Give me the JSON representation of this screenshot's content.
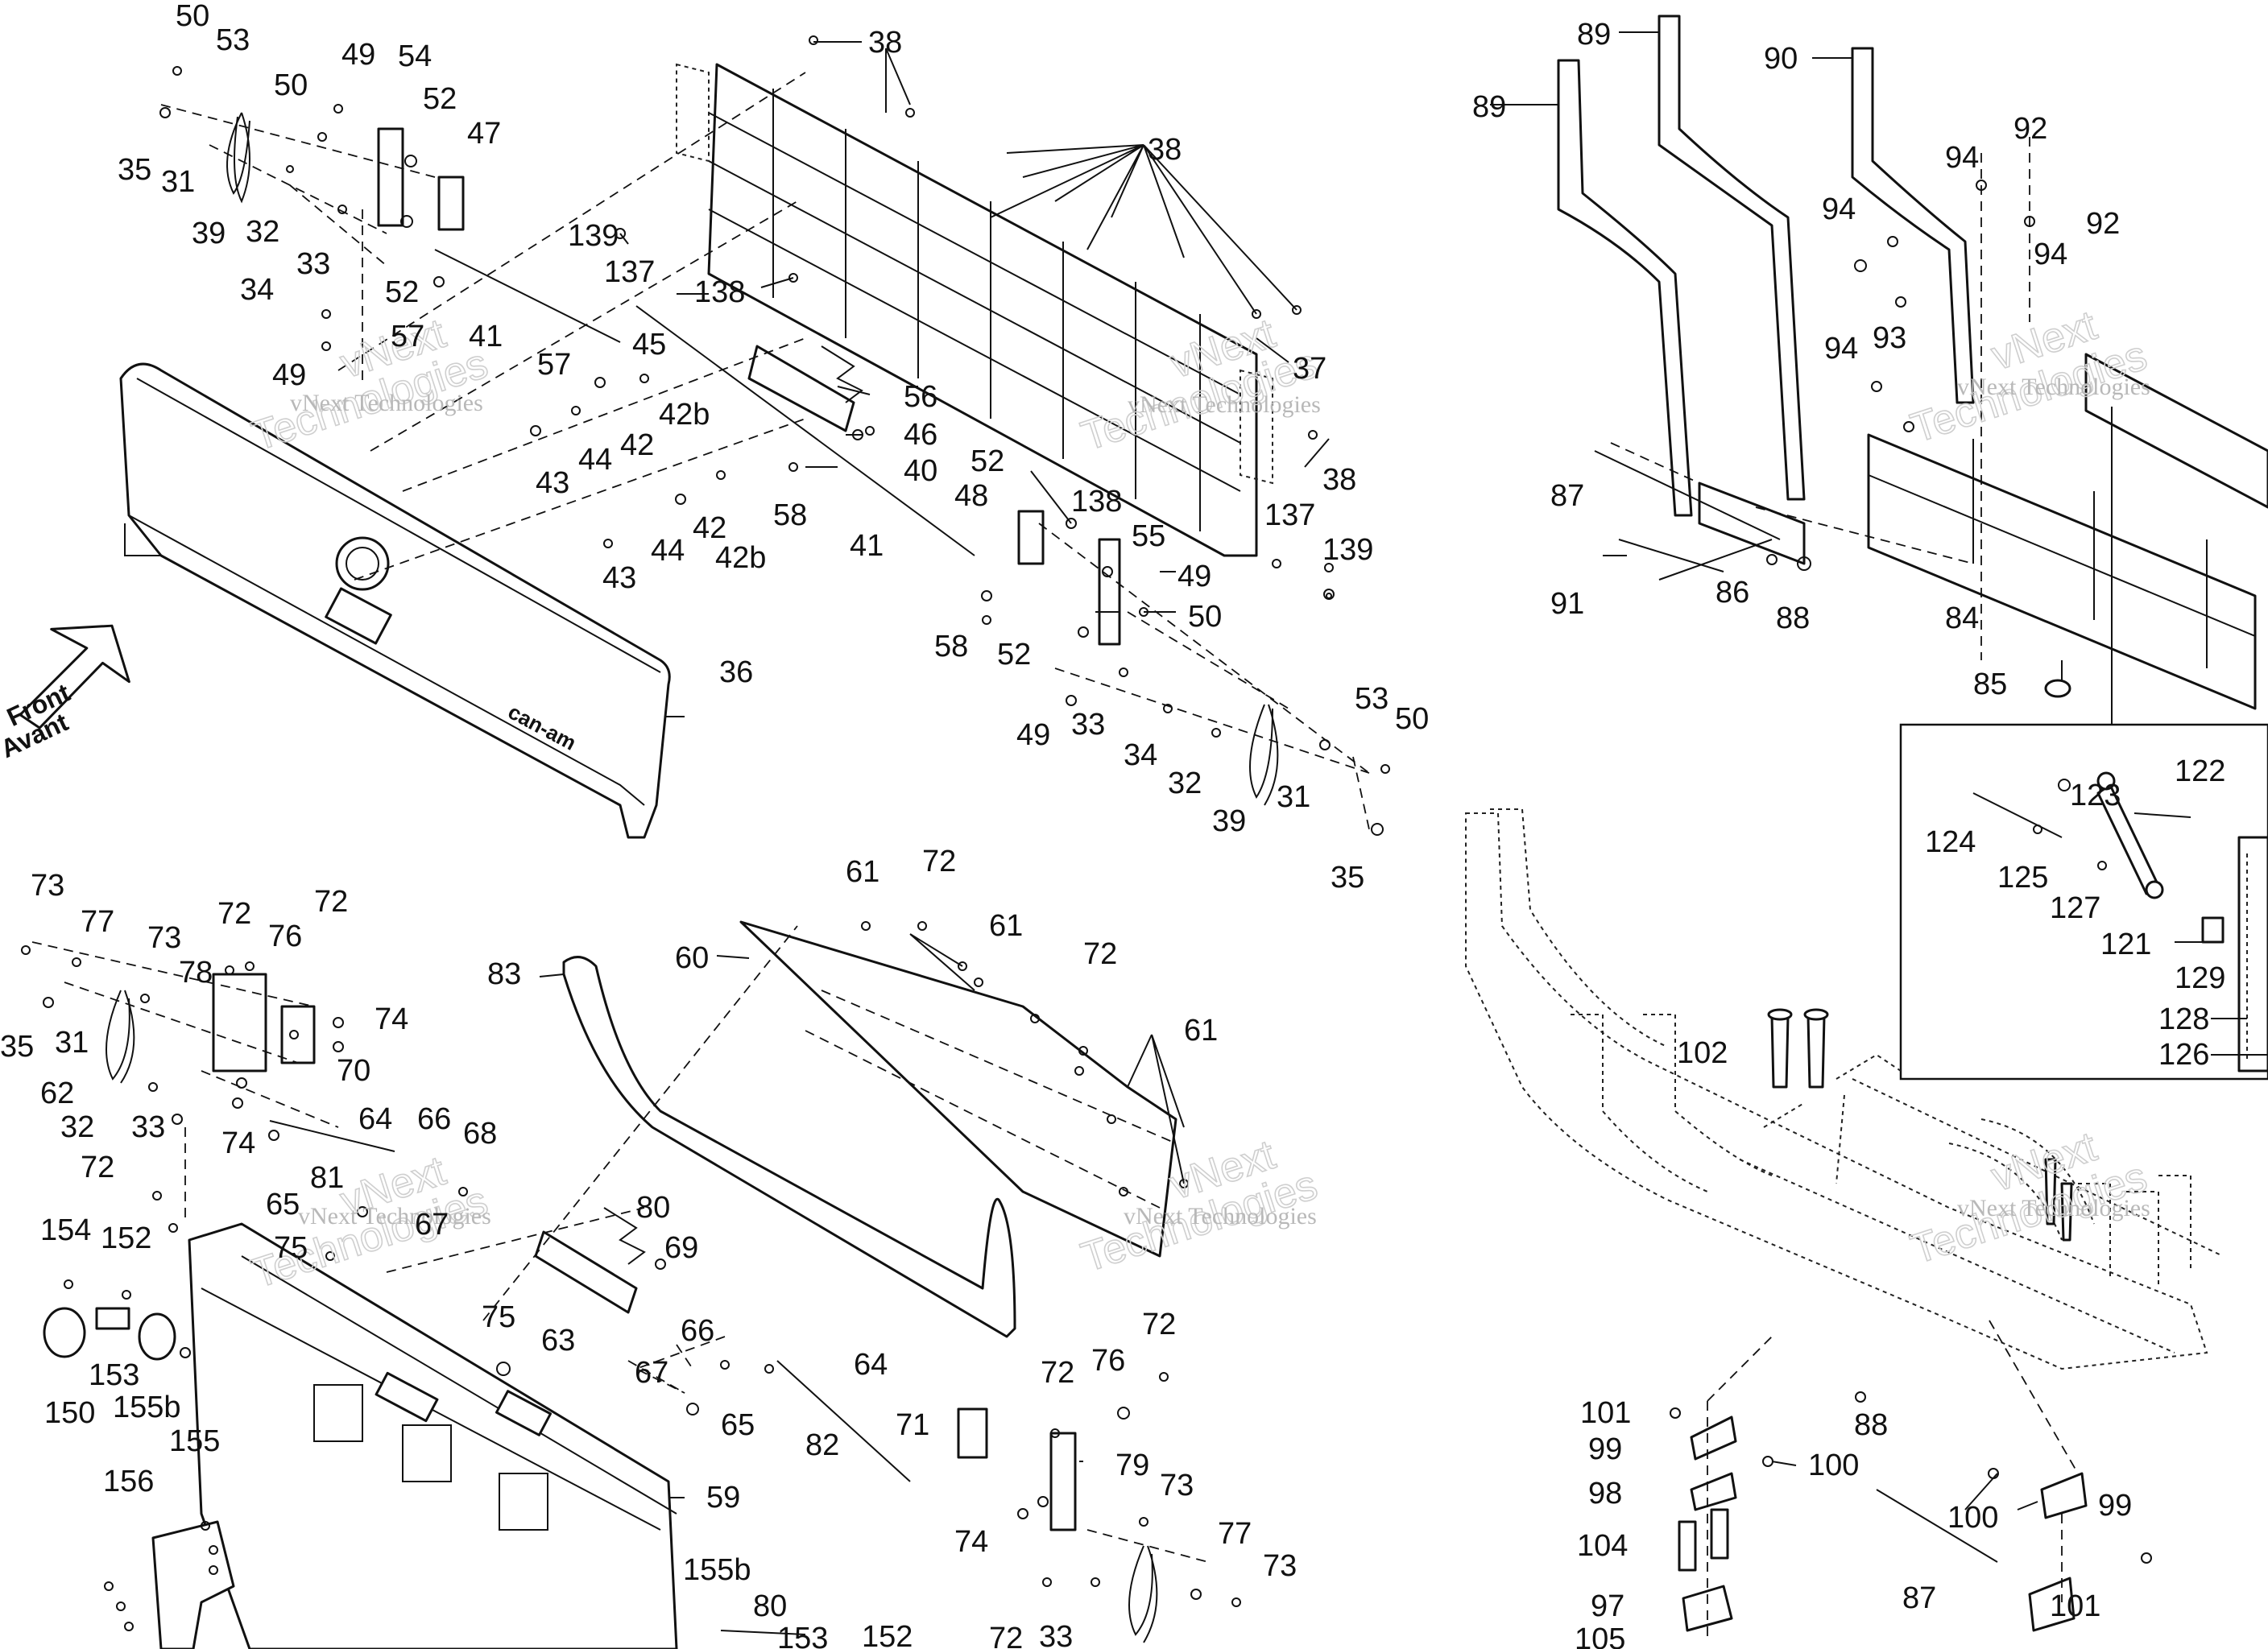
{
  "labels": {
    "l0": "50",
    "l1": "53",
    "l2": "49",
    "l3": "54",
    "l4": "50",
    "l5": "52",
    "l6": "47",
    "l7": "35",
    "l8": "31",
    "l9": "39",
    "l10": "32",
    "l11": "34",
    "l12": "33",
    "l13": "52",
    "l14": "57",
    "l15": "41",
    "l16": "49",
    "l17": "38",
    "l18": "38",
    "l19": "139",
    "l20": "137",
    "l21": "138",
    "l22": "45",
    "l23": "57",
    "l24": "42b",
    "l25": "56",
    "l26": "46",
    "l27": "37",
    "l28": "43",
    "l29": "44",
    "l30": "42",
    "l31": "40",
    "l32": "58",
    "l33": "38",
    "l34": "42",
    "l35": "42b",
    "l36": "43",
    "l37": "44",
    "l38": "41",
    "l39": "52",
    "l40": "48",
    "l41": "138",
    "l42": "137",
    "l43": "55",
    "l44": "139",
    "l45": "49",
    "l46": "50",
    "l47": "58",
    "l48": "52",
    "l49": "36",
    "l50": "49",
    "l51": "33",
    "l52": "34",
    "l53": "32",
    "l54": "53",
    "l55": "50",
    "l56": "39",
    "l57": "31",
    "l58": "35",
    "l59": "89",
    "l60": "89",
    "l61": "90",
    "l62": "92",
    "l63": "94",
    "l64": "94",
    "l65": "92",
    "l66": "94",
    "l67": "93",
    "l68": "94",
    "l69": "87",
    "l70": "91",
    "l71": "86",
    "l72": "88",
    "l73": "84",
    "l74": "85",
    "l75": "122",
    "l76": "123",
    "l77": "124",
    "l78": "125",
    "l79": "127",
    "l80": "121",
    "l81": "129",
    "l82": "128",
    "l83": "126",
    "l84": "73",
    "l85": "77",
    "l86": "73",
    "l87": "72",
    "l88": "72",
    "l89": "76",
    "l90": "78",
    "l91": "74",
    "l92": "35",
    "l93": "31",
    "l94": "70",
    "l95": "62",
    "l96": "32",
    "l97": "33",
    "l98": "74",
    "l99": "64",
    "l100": "66",
    "l101": "68",
    "l102": "72",
    "l103": "81",
    "l104": "65",
    "l105": "67",
    "l106": "154",
    "l107": "152",
    "l108": "75",
    "l109": "80",
    "l110": "69",
    "l111": "150",
    "l112": "153",
    "l113": "155b",
    "l114": "155",
    "l115": "75",
    "l116": "63",
    "l117": "66",
    "l118": "67",
    "l119": "65",
    "l120": "156",
    "l121": "64",
    "l122": "82",
    "l123": "71",
    "l124": "72",
    "l125": "76",
    "l126": "72",
    "l127": "59",
    "l128": "79",
    "l129": "73",
    "l130": "74",
    "l131": "77",
    "l132": "73",
    "l133": "155b",
    "l134": "80",
    "l135": "153",
    "l136": "152",
    "l137": "72",
    "l138": "33",
    "l139": "61",
    "l140": "72",
    "l141": "60",
    "l142": "83",
    "l143": "61",
    "l144": "72",
    "l145": "61",
    "l146": "102",
    "l147": "101",
    "l148": "99",
    "l149": "98",
    "l150": "104",
    "l151": "97",
    "l152": "105",
    "l153": "100",
    "l154": "88",
    "l155": "100",
    "l156": "99",
    "l157": "87",
    "l158": "101"
  },
  "watermark": {
    "line1": "vNext Technologies",
    "line2": "vNext",
    "line3": "Technologies"
  },
  "front_arrow": {
    "line1": "Front",
    "line2": "Avant"
  },
  "bumper_logo": "can-am"
}
